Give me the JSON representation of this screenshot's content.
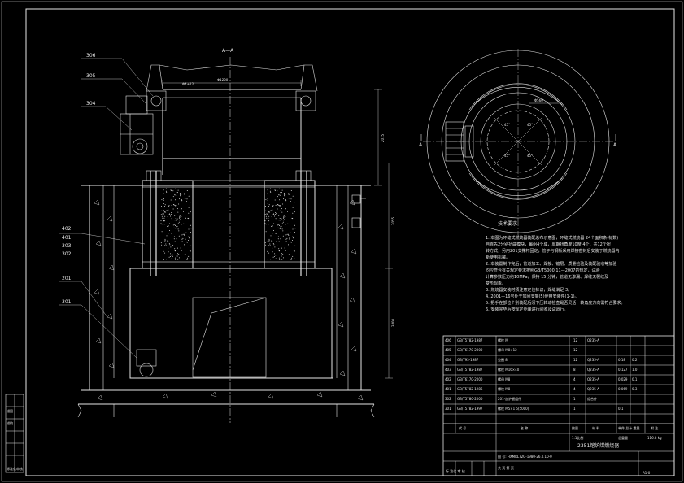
{
  "section": {
    "title": "A—A",
    "cut_label": "A"
  },
  "part_labels": [
    "306",
    "305",
    "304",
    "402",
    "401",
    "303",
    "302",
    "201",
    "301"
  ],
  "dimensions": {
    "top_width": "Φ1200",
    "top_small": "Φ4+12",
    "vertical_1": "2075",
    "vertical_2": "3055",
    "vertical_3": "3800",
    "plan_diameter": "Φ560",
    "angle_1": "45°",
    "angle_2": "45°",
    "angle_3": "45°",
    "angle_4": "45°"
  },
  "tech_notes": {
    "heading": "技术要求",
    "lines": [
      "1. 本图为环缝式燃烧器装配总布示意图，环缝式燃烧器 24个面积条(标数)",
      "   自首先2分别扭曲模块，每组4个成，周期扭角度10度 4个，共12个扭",
      "   转方式，另用201支撑杆固定，管子与钢板采用焊接密封后安装于燃烧器内",
      "   新使用机械。",
      "2. 本装置制作完后，管道加工、焊接、镀层、质量检验及装配验收等加验",
      "   均应符合有关规定要求按照GB/T5000.11—2007的规定，试验",
      "   计算参数压力约10MPa，保持 15 分钟，管道无渗漏、焊缝无裂纹及",
      "   变形现象。",
      "3. 燃烧器安装时须注意定位标识，焊缝满足 3。",
      "4. 2001—16号处于加固支架(5)使用安装件(1-1)。",
      "5. 把手在部位个别装配后须下压转动检查是否灵活，转角度方向需符合要求。",
      "6. 安装完毕后按规定步骤进行验收及试运行。"
    ]
  },
  "title_block": {
    "parts_rows": [
      [
        "406",
        "GB/T5782-1987",
        "螺栓 M",
        "12",
        "Q235-A"
      ],
      [
        "405",
        "GB/T6170-2000",
        "螺母 M8×12",
        "12",
        ""
      ],
      [
        "404",
        "GB/T93-1987",
        "垫圈 8",
        "12",
        "Q235-A",
        "0.18",
        "0.2"
      ],
      [
        "403",
        "GB/T5782-1987",
        "螺栓 M16×40",
        "8",
        "Q235-A",
        "0.127",
        "1.0"
      ],
      [
        "402",
        "GB/T6170-2000",
        "螺母 M8",
        "4",
        "Q235-A",
        "0.029",
        "0.1"
      ],
      [
        "401",
        "GB/T5782-1986",
        "螺栓 M8",
        "4",
        "Q235-A",
        "0.069",
        "0.3"
      ],
      [
        "302",
        "GB/T5780-2000",
        "201-加护板组件",
        "1",
        "组合件",
        ""
      ],
      [
        "301",
        "GB/T5782-1997",
        "螺栓 M5×1 5(5000)",
        "1",
        "",
        "0.1"
      ]
    ],
    "header": [
      "代 号",
      "名 称",
      "数量",
      "材 料",
      "单件 总计 重量",
      "附 注"
    ],
    "total_label": "总重量",
    "total_weight": "116.8 kg",
    "scale_label": "1:1比例",
    "drawing_name": "2351熔炉煤燃烧器",
    "drawing_number": "图 号: HXMRL72G-1980-26.0.10-0",
    "sheet": "共 页 第 页",
    "bottom_note": "标 准化 审 核",
    "format": "A1-0"
  },
  "left_strip": [
    "标准化审核",
    "描图",
    "描校"
  ]
}
